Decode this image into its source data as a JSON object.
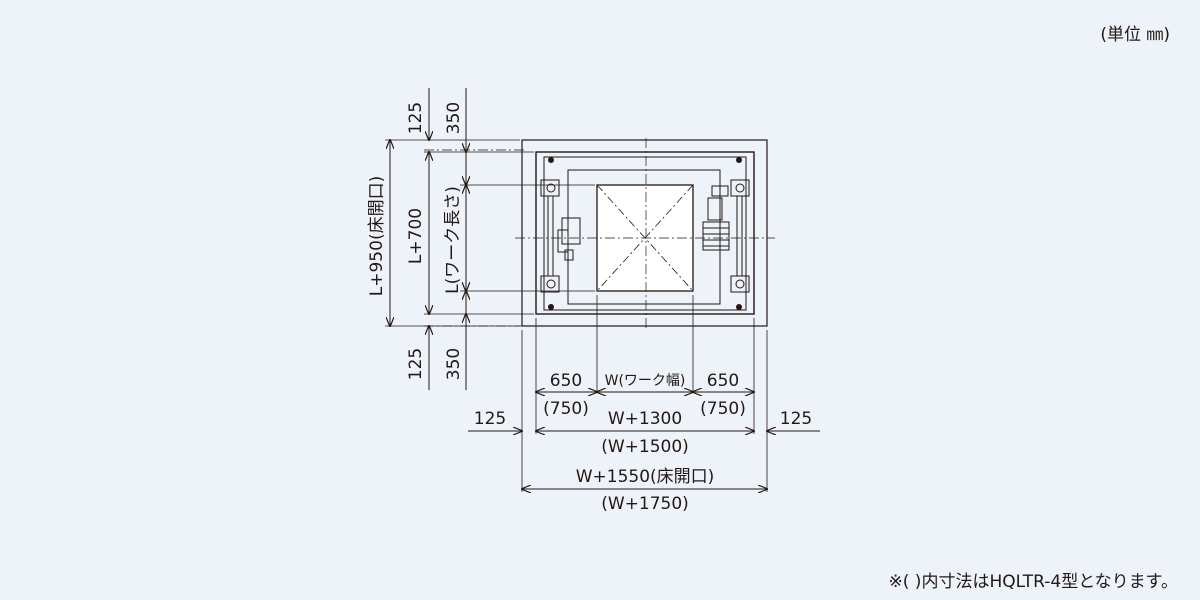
{
  "unit_note": "(単位 ㎜)",
  "footnote": "※( )内寸法はHQLTR-4型となります。",
  "dimensions": {
    "left_top_125": "125",
    "left_top_350": "350",
    "left_bottom_125": "125",
    "left_bottom_350": "350",
    "length_floor_opening": "L+950(床開口)",
    "length_l700": "L+700",
    "length_work": "L(ワーク長さ)",
    "width_650_left": "650",
    "width_650_left_alt": "(750)",
    "width_work": "W(ワーク幅)",
    "width_650_right": "650",
    "width_650_right_alt": "(750)",
    "width_125_left": "125",
    "width_125_right": "125",
    "width_w1300": "W+1300",
    "width_w1300_alt": "(W+1500)",
    "width_floor_opening": "W+1550(床開口)",
    "width_floor_opening_alt": "(W+1750)"
  },
  "colors": {
    "background": "#eef2f9",
    "line": "#231815"
  }
}
